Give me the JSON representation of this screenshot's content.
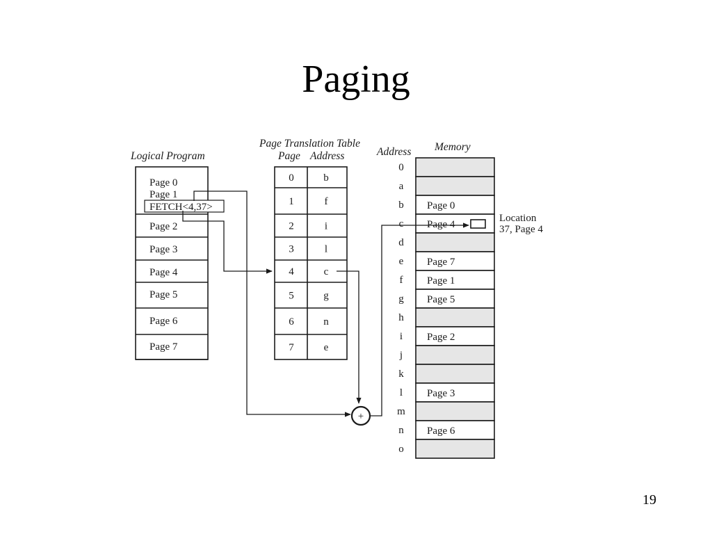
{
  "slide": {
    "title": "Paging",
    "number": "19"
  },
  "logical_program": {
    "heading": "Logical Program",
    "pages": [
      "Page 0",
      "Page 1",
      "Page 2",
      "Page 3",
      "Page 4",
      "Page 5",
      "Page 6",
      "Page 7"
    ],
    "instruction": "FETCH<4,37>"
  },
  "translation_table": {
    "heading": "Page Translation Table",
    "col_page": "Page",
    "col_address": "Address",
    "rows": [
      {
        "page": "0",
        "address": "b"
      },
      {
        "page": "1",
        "address": "f"
      },
      {
        "page": "2",
        "address": "i"
      },
      {
        "page": "3",
        "address": "l"
      },
      {
        "page": "4",
        "address": "c"
      },
      {
        "page": "5",
        "address": "g"
      },
      {
        "page": "6",
        "address": "n"
      },
      {
        "page": "7",
        "address": "e"
      }
    ]
  },
  "memory": {
    "address_heading": "Address",
    "heading": "Memory",
    "frames": [
      {
        "address": "0",
        "label": ""
      },
      {
        "address": "a",
        "label": ""
      },
      {
        "address": "b",
        "label": "Page 0"
      },
      {
        "address": "c",
        "label": "Page 4"
      },
      {
        "address": "d",
        "label": ""
      },
      {
        "address": "e",
        "label": "Page 7"
      },
      {
        "address": "f",
        "label": "Page 1"
      },
      {
        "address": "g",
        "label": "Page 5"
      },
      {
        "address": "h",
        "label": ""
      },
      {
        "address": "i",
        "label": "Page 2"
      },
      {
        "address": "j",
        "label": ""
      },
      {
        "address": "k",
        "label": ""
      },
      {
        "address": "l",
        "label": "Page 3"
      },
      {
        "address": "m",
        "label": ""
      },
      {
        "address": "n",
        "label": "Page 6"
      },
      {
        "address": "o",
        "label": ""
      }
    ],
    "location_note_line1": "Location",
    "location_note_line2": "37, Page 4"
  },
  "adder_symbol": "+",
  "colors": {
    "stroke": "#1a1a1a",
    "free_frame": "#e6e6e6",
    "used_frame": "#ffffff"
  }
}
